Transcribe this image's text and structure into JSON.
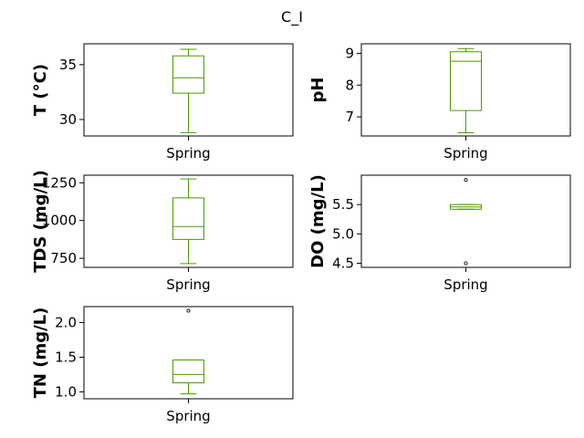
{
  "figure": {
    "suptitle": "C_I",
    "box_color": "#4d9900"
  },
  "chart_data": [
    {
      "type": "box",
      "category": "Spring",
      "ylabel": "T  (°C)",
      "ylim": [
        28.5,
        36.9
      ],
      "yticks": [
        30,
        35
      ],
      "ytick_labels": [
        "30",
        "35"
      ],
      "stats": {
        "whisker_low": 28.8,
        "q1": 32.4,
        "median": 33.8,
        "q3": 35.8,
        "whisker_high": 36.4
      },
      "outliers": []
    },
    {
      "type": "box",
      "category": "Spring",
      "ylabel": "pH",
      "ylim": [
        6.4,
        9.3
      ],
      "yticks": [
        7,
        8,
        9
      ],
      "ytick_labels": [
        "7",
        "8",
        "9"
      ],
      "stats": {
        "whisker_low": 6.5,
        "q1": 7.2,
        "median": 8.75,
        "q3": 9.05,
        "whisker_high": 9.15
      },
      "outliers": []
    },
    {
      "type": "box",
      "category": "Spring",
      "ylabel": "TDS (mg/L)",
      "ylim": [
        690,
        1300
      ],
      "yticks": [
        750,
        1000,
        1250
      ],
      "ytick_labels": [
        "750",
        "1000",
        "1250"
      ],
      "stats": {
        "whisker_low": 715,
        "q1": 875,
        "median": 960,
        "q3": 1150,
        "whisker_high": 1275
      },
      "outliers": []
    },
    {
      "type": "box",
      "category": "Spring",
      "ylabel": "DO (mg/L)",
      "ylim": [
        4.43,
        6.0
      ],
      "yticks": [
        4.5,
        5.0,
        5.5
      ],
      "ytick_labels": [
        "4.5",
        "5.0",
        "5.5"
      ],
      "stats": {
        "whisker_low": 5.42,
        "q1": 5.42,
        "median": 5.46,
        "q3": 5.5,
        "whisker_high": 5.5
      },
      "outliers": [
        5.92,
        4.5
      ]
    },
    {
      "type": "box",
      "category": "Spring",
      "ylabel": "TN (mg/L)",
      "ylim": [
        0.9,
        2.23
      ],
      "yticks": [
        1.0,
        1.5,
        2.0
      ],
      "ytick_labels": [
        "1.0",
        "1.5",
        "2.0"
      ],
      "stats": {
        "whisker_low": 0.97,
        "q1": 1.13,
        "median": 1.25,
        "q3": 1.46,
        "whisker_high": 1.46
      },
      "outliers": [
        2.17
      ]
    }
  ]
}
